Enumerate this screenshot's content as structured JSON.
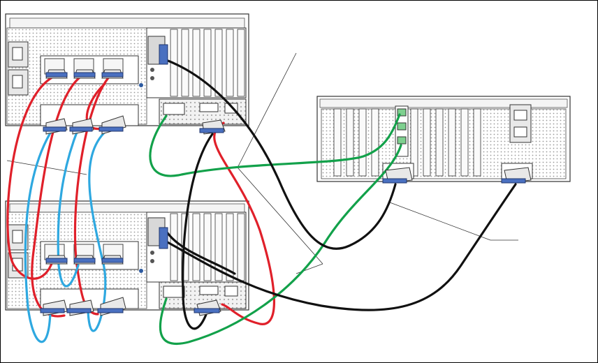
{
  "diagram": {
    "caption": "",
    "components": [
      {
        "role": "server",
        "label": ""
      },
      {
        "role": "server",
        "label": ""
      },
      {
        "role": "expansion-unit",
        "label": ""
      }
    ],
    "cable_colors": {
      "red": "#e0202a",
      "blue": "#2ea8e0",
      "green": "#12a14a",
      "black": "#111111"
    },
    "cable_counts": {
      "red": 4,
      "blue": 3,
      "green": 2,
      "black": 4
    }
  }
}
